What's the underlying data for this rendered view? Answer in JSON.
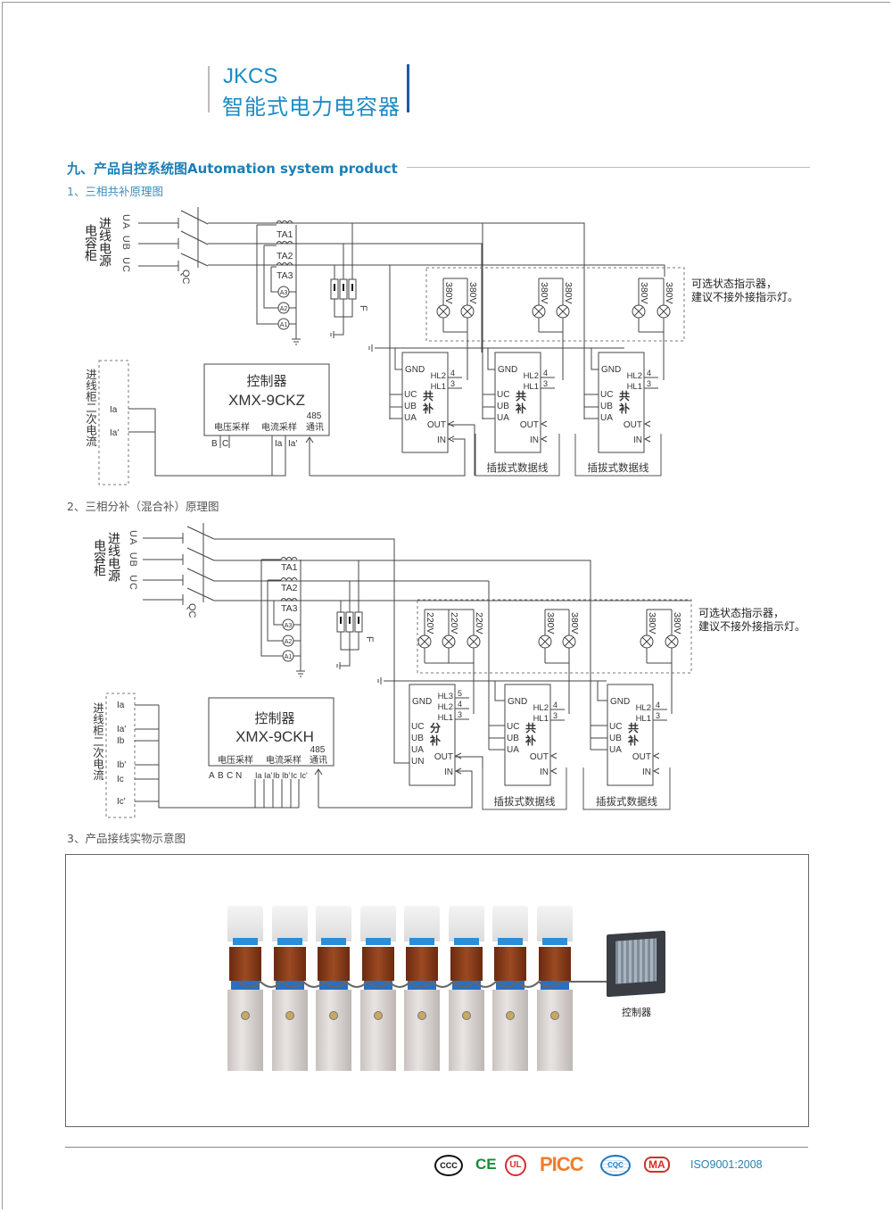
{
  "header": {
    "brand": "JKCS",
    "title": "智能式电力电容器"
  },
  "section": {
    "title": "九、产品自控系统图Automation system product",
    "sub1": "1、三相共补原理图",
    "sub2": "2、三相分补（混合补）原理图",
    "sub3": "3、产品接线实物示意图"
  },
  "common": {
    "source_a": "进线电源",
    "source_b": "电容柜",
    "phases": "UA UB UC",
    "qc": "QC",
    "fuse": "F",
    "ta": [
      "TA1",
      "TA2",
      "TA3"
    ],
    "meters": [
      "A3",
      "A2",
      "A1"
    ],
    "secondary": "进线柜二次电流",
    "controller": "控制器",
    "volt_sample": "电压采样",
    "curr_sample": "电流采样",
    "comm": "通讯",
    "comm_num": "485",
    "cable": "插拔式数据线",
    "note1": "可选状态指示器，",
    "note2": "建议不接外接指示灯。"
  },
  "diagram1": {
    "model": "XMX-9CKZ",
    "ct_labels": [
      "Ia",
      "Ia'"
    ],
    "terms_v": [
      "B",
      "C"
    ],
    "terms_i": [
      "Ia",
      "Ia'"
    ],
    "lamps": [
      [
        "380V",
        "380V"
      ],
      [
        "380V",
        "380V"
      ],
      [
        "380V",
        "380V"
      ]
    ],
    "modules": [
      {
        "t1": "共",
        "t2": "补",
        "hl": [
          "HL2",
          "HL1"
        ],
        "nums": [
          "4",
          "3"
        ],
        "inputs": [
          "UC",
          "UB",
          "UA"
        ],
        "gnd": "GND",
        "out": "OUT",
        "in": "IN"
      },
      {
        "t1": "共",
        "t2": "补",
        "hl": [
          "HL2",
          "HL1"
        ],
        "nums": [
          "4",
          "3"
        ],
        "inputs": [
          "UC",
          "UB",
          "UA"
        ],
        "gnd": "GND",
        "out": "OUT",
        "in": "IN"
      },
      {
        "t1": "共",
        "t2": "补",
        "hl": [
          "HL2",
          "HL1"
        ],
        "nums": [
          "4",
          "3"
        ],
        "inputs": [
          "UC",
          "UB",
          "UA"
        ],
        "gnd": "GND",
        "out": "OUT",
        "in": "IN"
      }
    ]
  },
  "diagram2": {
    "model": "XMX-9CKH",
    "ct_labels": [
      "Ia",
      "Ia'",
      "Ib",
      "Ib'",
      "Ic",
      "Ic'"
    ],
    "terms_v": [
      "A",
      "B",
      "C",
      "N"
    ],
    "terms_i": [
      "Ia",
      "Ia'",
      "Ib",
      "Ib'",
      "Ic",
      "Ic'"
    ],
    "lamps": [
      [
        "220V",
        "220V",
        "220V"
      ],
      [
        "380V",
        "380V"
      ],
      [
        "380V",
        "380V"
      ]
    ],
    "modules": [
      {
        "t1": "分",
        "t2": "补",
        "hl": [
          "HL3",
          "HL2",
          "HL1"
        ],
        "nums": [
          "5",
          "4",
          "3"
        ],
        "inputs": [
          "UC",
          "UB",
          "UA",
          "UN"
        ],
        "gnd": "GND",
        "out": "OUT",
        "in": "IN"
      },
      {
        "t1": "共",
        "t2": "补",
        "hl": [
          "HL2",
          "HL1"
        ],
        "nums": [
          "4",
          "3"
        ],
        "inputs": [
          "UC",
          "UB",
          "UA"
        ],
        "gnd": "GND",
        "out": "OUT",
        "in": "IN"
      },
      {
        "t1": "共",
        "t2": "补",
        "hl": [
          "HL2",
          "HL1"
        ],
        "nums": [
          "4",
          "3"
        ],
        "inputs": [
          "UC",
          "UB",
          "UA"
        ],
        "gnd": "GND",
        "out": "OUT",
        "in": "IN"
      }
    ]
  },
  "photo": {
    "controller_label": "控制器",
    "capacitor_count": 8
  },
  "footer": {
    "logos": [
      "CCC",
      "CE",
      "UL",
      "PICC",
      "CQC",
      "MA"
    ],
    "iso": "ISO9001:2008",
    "colors": {
      "ccc": "#111111",
      "ce": "#1a8a3a",
      "ul": "#d0302a",
      "picc": "#f07d2a",
      "cqc": "#1f78c0",
      "ma": "#d0302a",
      "iso": "#2a7fb0"
    }
  }
}
